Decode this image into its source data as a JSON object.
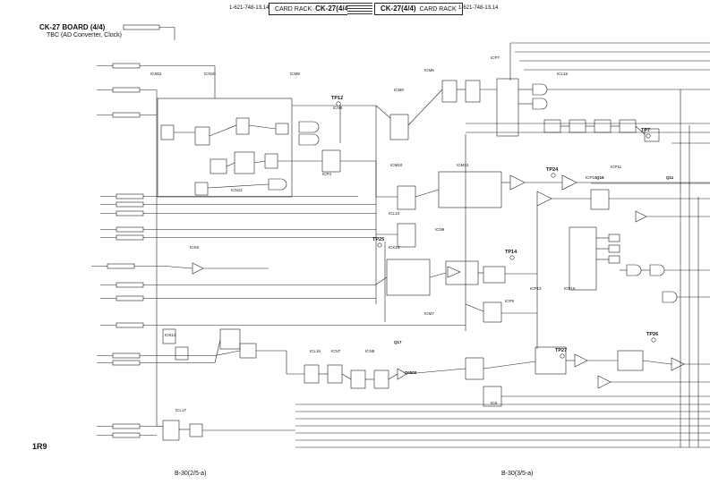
{
  "header": {
    "left_part_no": "1-621-748-13,14",
    "card_rack_left": "CARD RACK",
    "board_left": "CK-27(4/4)",
    "board_right": "CK-27(4/4)",
    "card_rack_right": "CARD RACK",
    "right_part_no": "1-621-748-13,14"
  },
  "title": "CK-27 BOARD (4/4)",
  "subtitle": "TBC (AD Converter, Clock)",
  "page_code": "1R9",
  "refs": {
    "left": "B-30(2/5-a)",
    "right": "B-30(3/5-a)"
  },
  "test_points": [
    "TP12",
    "TP25",
    "TP14",
    "TP24",
    "TP26",
    "TP27",
    "TP7"
  ],
  "ic_labels": [
    "ICM11",
    "ICN10",
    "ICM8",
    "ICM9",
    "ICN12",
    "ICM10",
    "ICP7",
    "ICM6",
    "ICL15",
    "ICM12",
    "ICP16",
    "ICN6",
    "ICP4",
    "ICL13",
    "ICK13",
    "ICP13",
    "ICP15",
    "ICN8",
    "ICN7",
    "ICL16",
    "ICK12",
    "ICL17",
    "ICN9",
    "ICP11",
    "ICP9",
    "ICM7",
    "ICK8",
    "IC8"
  ],
  "transistors": [
    "Q15",
    "Q11",
    "Q17",
    "D6500"
  ]
}
